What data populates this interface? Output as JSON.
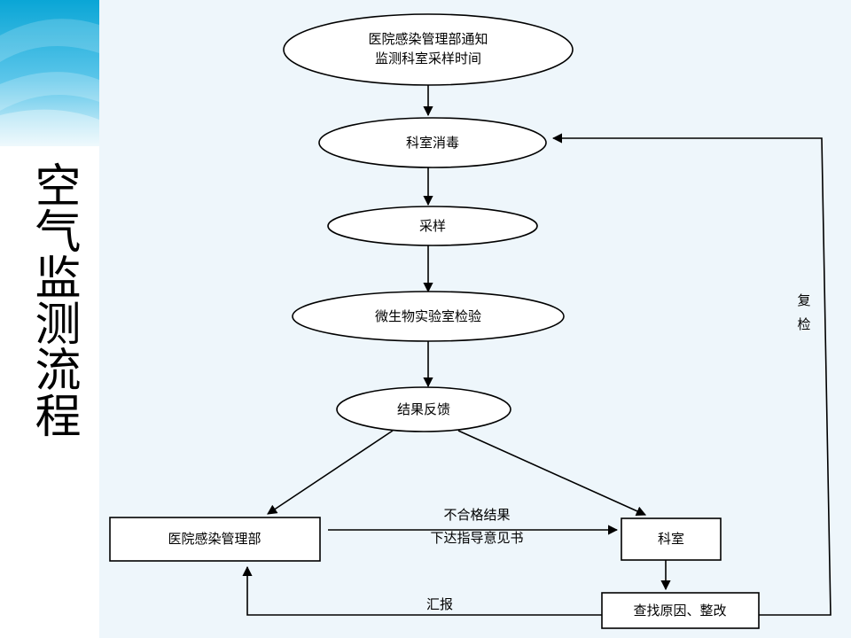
{
  "slide": {
    "title": "空气监测流程"
  },
  "colors": {
    "sidebar_gradient_top": "#0aa6d6",
    "sidebar_gradient_mid": "#7fd3ee",
    "sidebar_gradient_bottom": "#e6f6fb",
    "canvas_background": "#eef6fb"
  },
  "flowchart": {
    "nodes": {
      "notify": {
        "line1": "医院感染管理部通知",
        "line2": "监测科室采样时间"
      },
      "disinfect": {
        "label": "科室消毒"
      },
      "sample": {
        "label": "采样"
      },
      "lab": {
        "label": "微生物实验室检验"
      },
      "feedback": {
        "label": "结果反馈"
      },
      "dept_mgmt": {
        "label": "医院感染管理部"
      },
      "dept": {
        "label": "科室"
      },
      "fix": {
        "label": "查找原因、整改"
      }
    },
    "edges": {
      "unqualified": {
        "line1": "不合格结果",
        "line2": "下达指导意见书"
      },
      "report": {
        "label": "汇报"
      },
      "recheck": {
        "line1": "复",
        "line2": "检"
      }
    }
  }
}
